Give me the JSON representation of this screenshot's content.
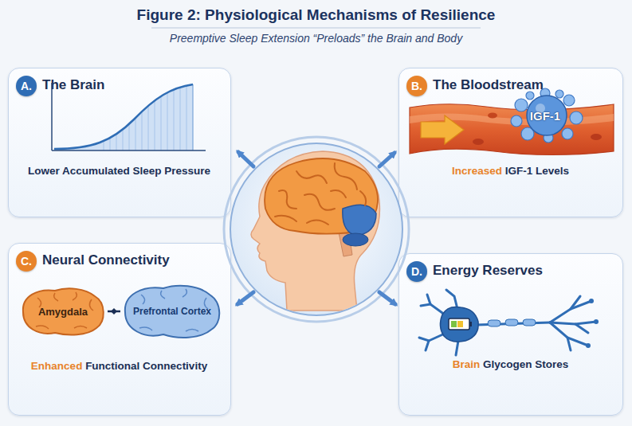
{
  "diagram": {
    "title": "Figure 2: Physiological Mechanisms of Resilience",
    "nodes": [
      {
        "text": [
          "The Brain",
          "Lower Accumulated Sleep Pressure"
        ]
      },
      {
        "text": [
          "A."
        ],
        "in": 0
      },
      {
        "text": [
          "The Bloodstream",
          "Increased IGF-1 Levels"
        ]
      },
      {
        "text": [
          "B."
        ],
        "in": 2
      },
      {
        "text": [
          "IGF-1"
        ],
        "in": 2
      },
      {
        "text": [
          "Neural Connectivity",
          "Enhanced Functional Connectivity"
        ]
      },
      {
        "text": [
          "C."
        ],
        "in": 5
      },
      {
        "text": [
          "Amygdala"
        ],
        "in": 5
      },
      {
        "text": [
          "Prefrontal Cortex"
        ],
        "in": 5
      },
      {
        "text": [
          "Energy Reserves",
          "Brain Glycogen Stores"
        ]
      },
      {
        "text": [
          "D."
        ],
        "in": 9
      }
    ],
    "edges": [
      {
        "from": 7,
        "to": 8,
        "arrow": "none"
      }
    ],
    "labels": [
      "Preemptive Sleep Extension “Preloads” the Brain and Body"
    ]
  }
}
